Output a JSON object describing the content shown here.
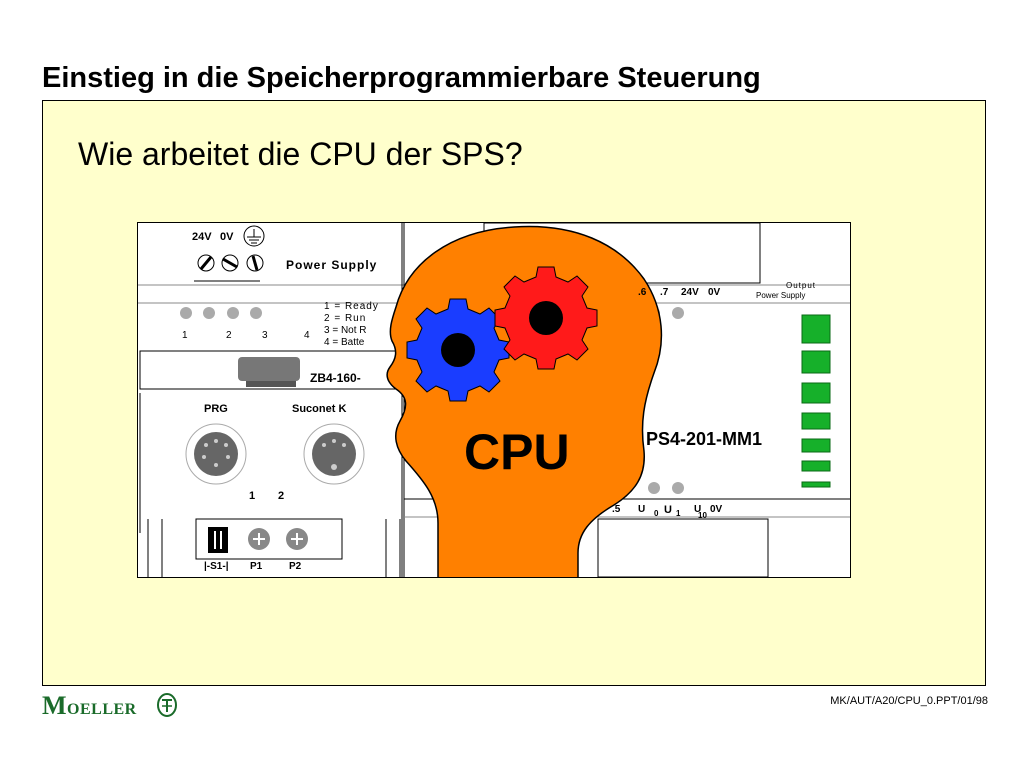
{
  "slide": {
    "title": "Einstieg in die Speicherprogrammierbare Steuerung",
    "subtitle": "Wie arbeitet die CPU der SPS?",
    "footer_ref": "MK/AUT/A20/CPU_0.PPT/01/98"
  },
  "logo": {
    "text_big": "M",
    "text_small": "OELLER"
  },
  "diagram": {
    "cpu_label": "CPU",
    "power_supply_label": "Power Supply",
    "voltage_24v": "24V",
    "voltage_0v": "0V",
    "led_numbers": [
      "1",
      "2",
      "3",
      "4"
    ],
    "status_lines": [
      "1 = Ready",
      "2 = Run",
      "3 = Not R",
      "4 = Batte"
    ],
    "module_label": "ZB4-160-",
    "prg_label": "PRG",
    "suconet_label": "Suconet K",
    "port_numbers": [
      "1",
      "2"
    ],
    "switch_labels": [
      "|-S1-|",
      "P1",
      "P2"
    ],
    "model_label": "PS4-201-MM1",
    "terminal_labels": [
      ".6",
      ".7",
      "24V",
      "0V"
    ],
    "output_label": "Output",
    "output_power_label": "Power Supply",
    "bottom_terminals": [
      ".5",
      "U",
      "0",
      "U",
      "1",
      "U",
      "10",
      "0V"
    ],
    "colors": {
      "head": "#ff8000",
      "gear_blue": "#1a3dff",
      "gear_red": "#ff1a1a",
      "led_green": "#16b02a",
      "background": "#ffffcc"
    }
  }
}
